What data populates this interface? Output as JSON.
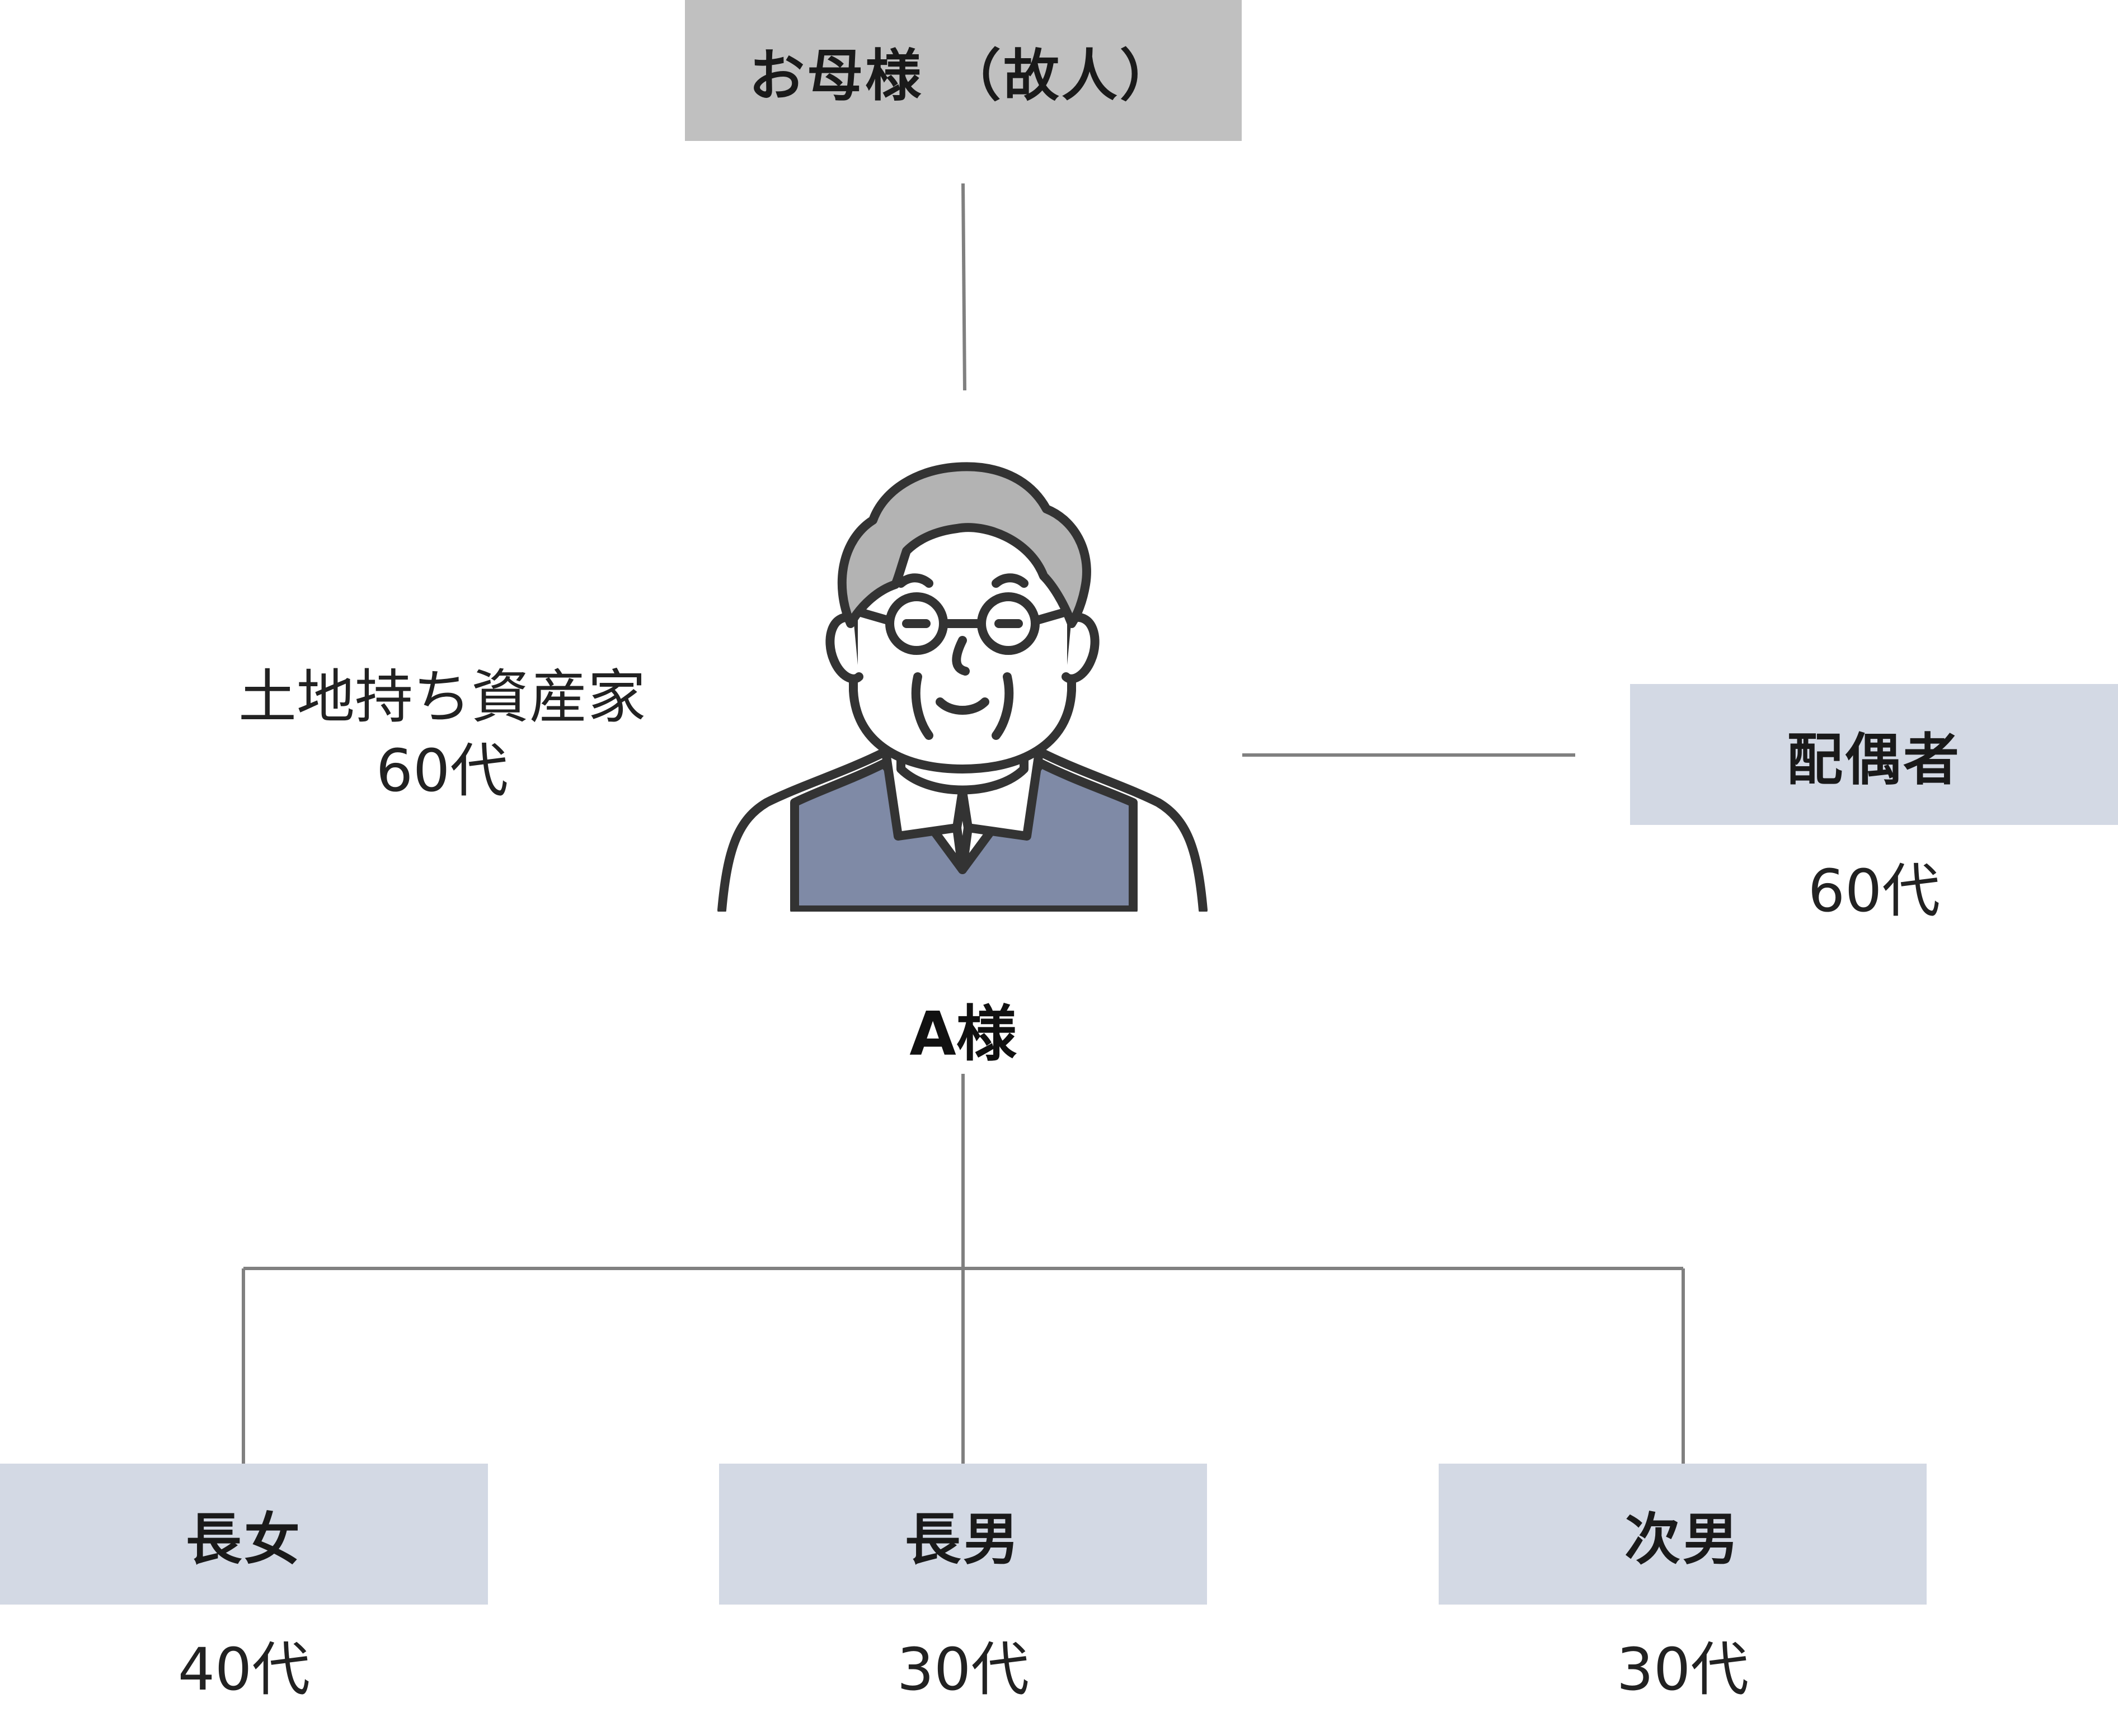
{
  "colors": {
    "mother_box": "#c0c0c0",
    "relative_box": "#d3d9e4",
    "line": "#808080",
    "hair": "#b3b3b3",
    "vest": "#7f8aa6",
    "outline": "#333333"
  },
  "mother": {
    "label": "お母様 （故人）"
  },
  "person": {
    "name": "A様",
    "description_line1": "土地持ち資産家",
    "description_line2": "60代"
  },
  "spouse": {
    "label": "配偶者",
    "age": "60代"
  },
  "children": [
    {
      "label": "長女",
      "age": "40代"
    },
    {
      "label": "長男",
      "age": "30代"
    },
    {
      "label": "次男",
      "age": "30代"
    }
  ],
  "icons": {
    "person": "elderly-man-with-glasses-icon"
  }
}
